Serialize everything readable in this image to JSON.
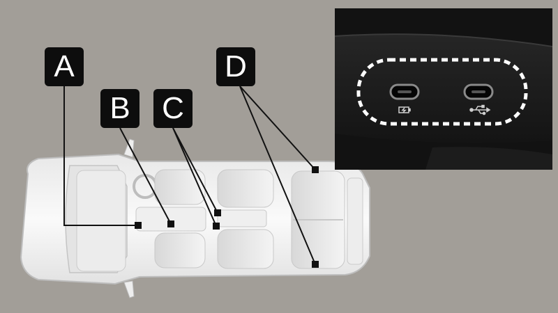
{
  "labels": {
    "a": "A",
    "b": "B",
    "c": "C",
    "d": "D"
  },
  "icons": {
    "charge_port": "battery-charging-icon",
    "data_port": "usb-icon"
  },
  "colors": {
    "background": "#a29e98",
    "label_box": "#0d0d0d",
    "label_text": "#ffffff",
    "leader_line": "#111111",
    "inset_background": "#111111",
    "highlight_dash": "#ffffff"
  }
}
